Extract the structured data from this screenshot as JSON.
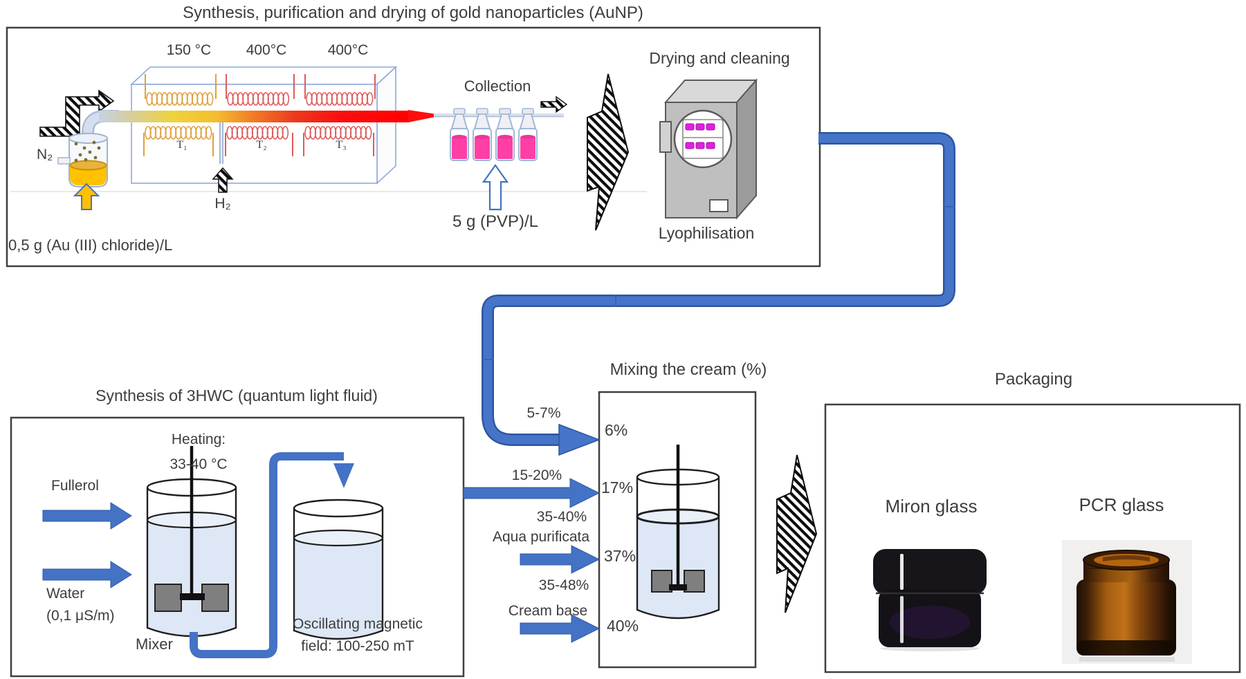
{
  "aunp": {
    "title": "Synthesis, purification and drying of gold nanoparticles (AuNP)",
    "temperatures": [
      "150 °C",
      "400°C",
      "400°C"
    ],
    "zones": [
      "T₁",
      "T₂",
      "T₃"
    ],
    "n2_label": "N₂",
    "h2_label": "H₂",
    "feed_label": "0,5 g (Au (III) chloride)/L",
    "collection_label": "Collection",
    "pvp_label": "5 g (PVP)/L",
    "drying_label": "Drying and cleaning",
    "lyophilisation_label": "Lyophilisation"
  },
  "hwc": {
    "title": "Synthesis of 3HWC (quantum light fluid)",
    "heating_line1": "Heating:",
    "heating_line2": "33-40 °C",
    "fullerol_label": "Fullerol",
    "water_line1": "Water",
    "water_line2": "(0,1 μS/m)",
    "mixer_label": "Mixer",
    "magnet_line1": "Oscillating magnetic",
    "magnet_line2": "field: 100-250 mT"
  },
  "mixing": {
    "title": "Mixing the cream (%)",
    "inputs": [
      {
        "range": "5-7%",
        "pct": "6%"
      },
      {
        "range": "15-20%",
        "pct": "17%"
      },
      {
        "range": "35-40%",
        "ingredient": "Aqua purificata",
        "pct": "37%"
      },
      {
        "range": "35-48%",
        "ingredient": "Cream base",
        "pct": "40%"
      }
    ]
  },
  "packaging": {
    "title": "Packaging",
    "options": [
      {
        "label": "Miron glass"
      },
      {
        "label": "PCR glass"
      }
    ]
  },
  "colors": {
    "flow_blue": "#4472C4",
    "flow_blue_dark": "#2E59A8",
    "gold_arrow": "#FFC000",
    "vial_pink": "#FF3FA6",
    "coil_orange": "#DFA13D",
    "coil_red": "#DE5B5B",
    "liquid_blue": "#DEE7F5",
    "machine_gray": "#BFBFBF",
    "window_magenta": "#E01FE0",
    "text_gray": "#3D3D3D"
  }
}
